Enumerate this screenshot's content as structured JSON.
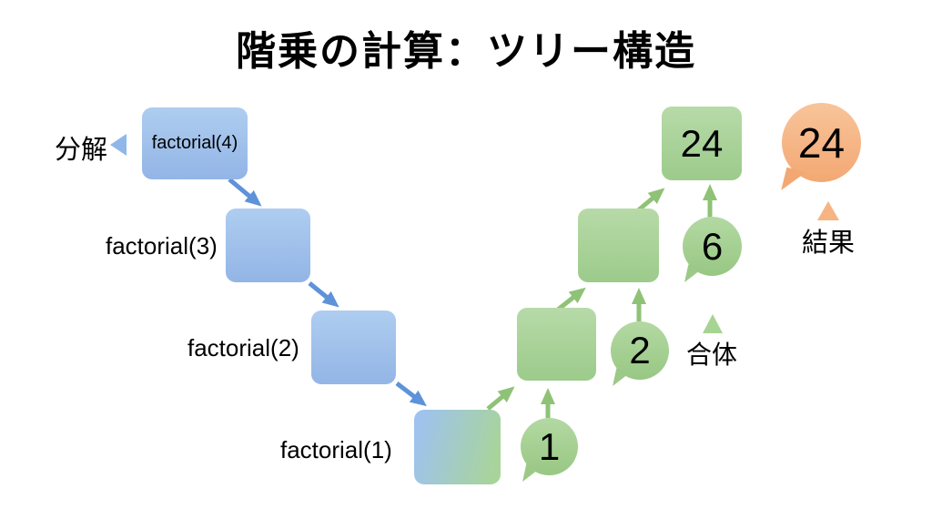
{
  "title": "階乗の計算：ツリー構造",
  "legend": {
    "decompose_label": "分解",
    "merge_label": "合体",
    "result_label": "結果"
  },
  "call_nodes": [
    {
      "label": "factorial(4)"
    },
    {
      "label": "factorial(3)"
    },
    {
      "label": "factorial(2)"
    },
    {
      "label": "factorial(1)"
    }
  ],
  "merge_boxes": [
    {
      "value": ""
    },
    {
      "value": ""
    },
    {
      "value": "24"
    }
  ],
  "return_bubbles": [
    {
      "value": "1"
    },
    {
      "value": "2"
    },
    {
      "value": "6"
    }
  ],
  "final_result": {
    "value": "24"
  },
  "colors": {
    "blue_box_top": "#aecdf0",
    "blue_box_bottom": "#93b5e6",
    "green_box_top": "#b7daa8",
    "green_box_bottom": "#9ccb8b",
    "blue_arrow": "#5e92d9",
    "green_arrow": "#8fc276",
    "blue_marker": "#8fb8e8",
    "green_marker": "#a6d492",
    "orange_top": "#f8c49a",
    "orange_bottom": "#f3a873",
    "orange_marker": "#f6b483"
  }
}
